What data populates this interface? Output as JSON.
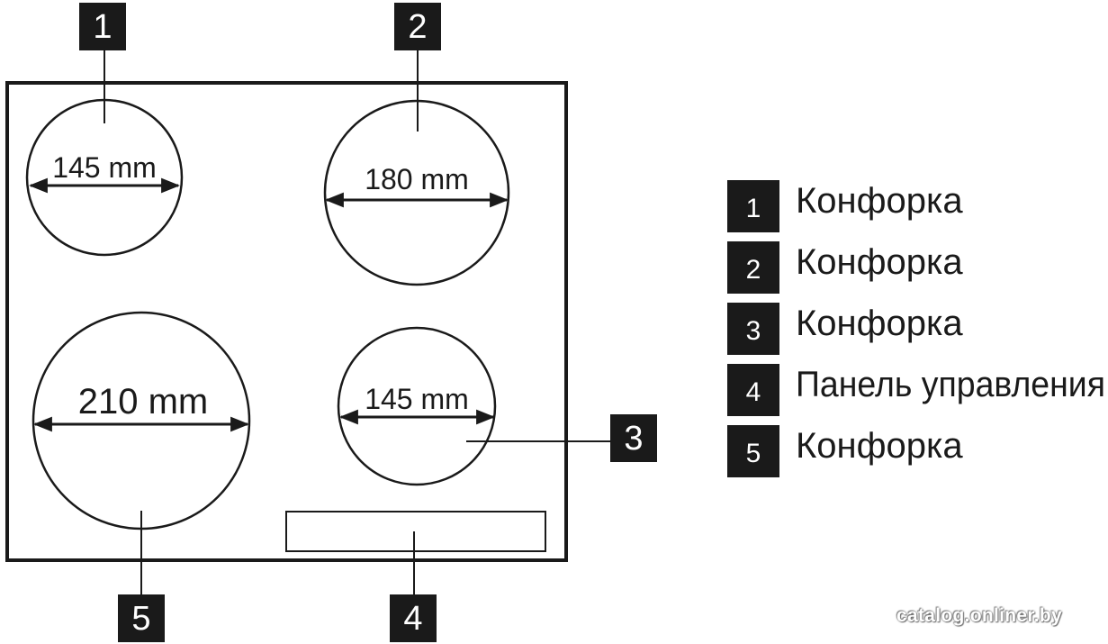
{
  "colors": {
    "ink": "#1a1a1a",
    "box": "#1a1a1a",
    "background": "#ffffff"
  },
  "burners": [
    {
      "number": "1",
      "diameter": "145 mm"
    },
    {
      "number": "2",
      "diameter": "180 mm"
    },
    {
      "number": "3",
      "diameter": "145 mm"
    },
    {
      "number": "5",
      "diameter": "210 mm"
    }
  ],
  "control_panel": {
    "number": "4"
  },
  "legend": [
    {
      "number": "1",
      "label": "Конфорка"
    },
    {
      "number": "2",
      "label": "Конфорка"
    },
    {
      "number": "3",
      "label": "Конфорка"
    },
    {
      "number": "4",
      "label": "Панель управления"
    },
    {
      "number": "5",
      "label": "Конфорка"
    }
  ],
  "watermark": "catalog.onliner.by"
}
